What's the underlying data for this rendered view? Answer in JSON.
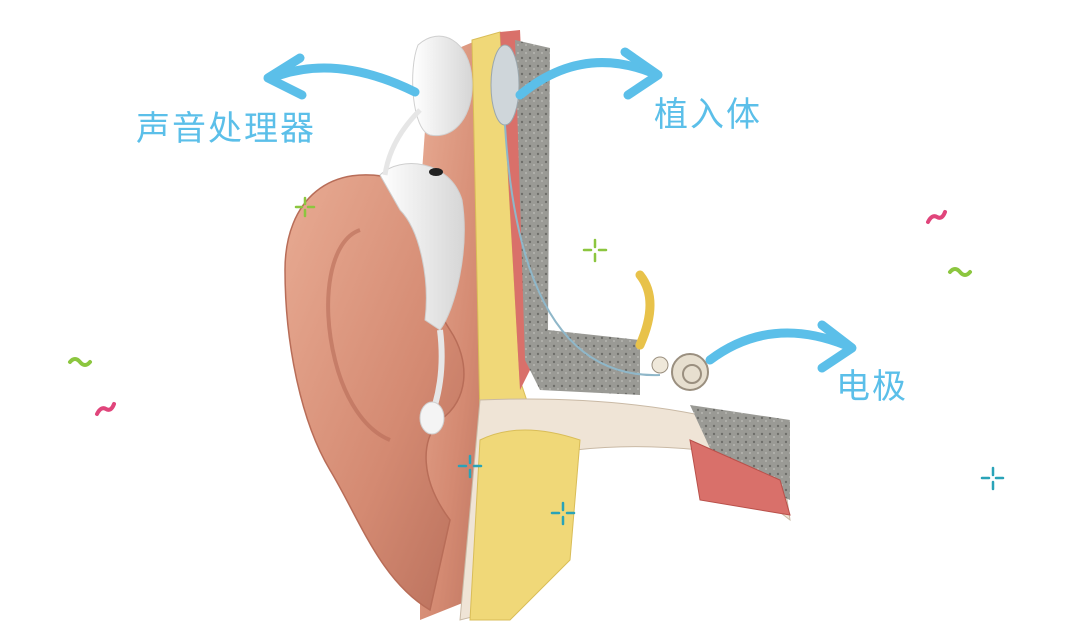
{
  "labels": {
    "sound_processor": "声音处理器",
    "implant": "植入体",
    "electrode": "电极"
  },
  "colors": {
    "arrow": "#5bbfe9",
    "label_text": "#5bbfe9",
    "skin": "#d9927a",
    "skin_dark": "#b86d58",
    "fat_yellow": "#f0d878",
    "bone_grey": "#8f8f8b",
    "muscle_red": "#d9706a",
    "device_white": "#f4f4f4",
    "accent_green": "#8cc63f",
    "accent_pink": "#e0457b",
    "accent_teal": "#2aa3b8"
  },
  "icons": {
    "arrow": "curved-arrow-icon",
    "sparkle": "sparkle-cross-icon",
    "squiggle": "squiggle-icon"
  }
}
